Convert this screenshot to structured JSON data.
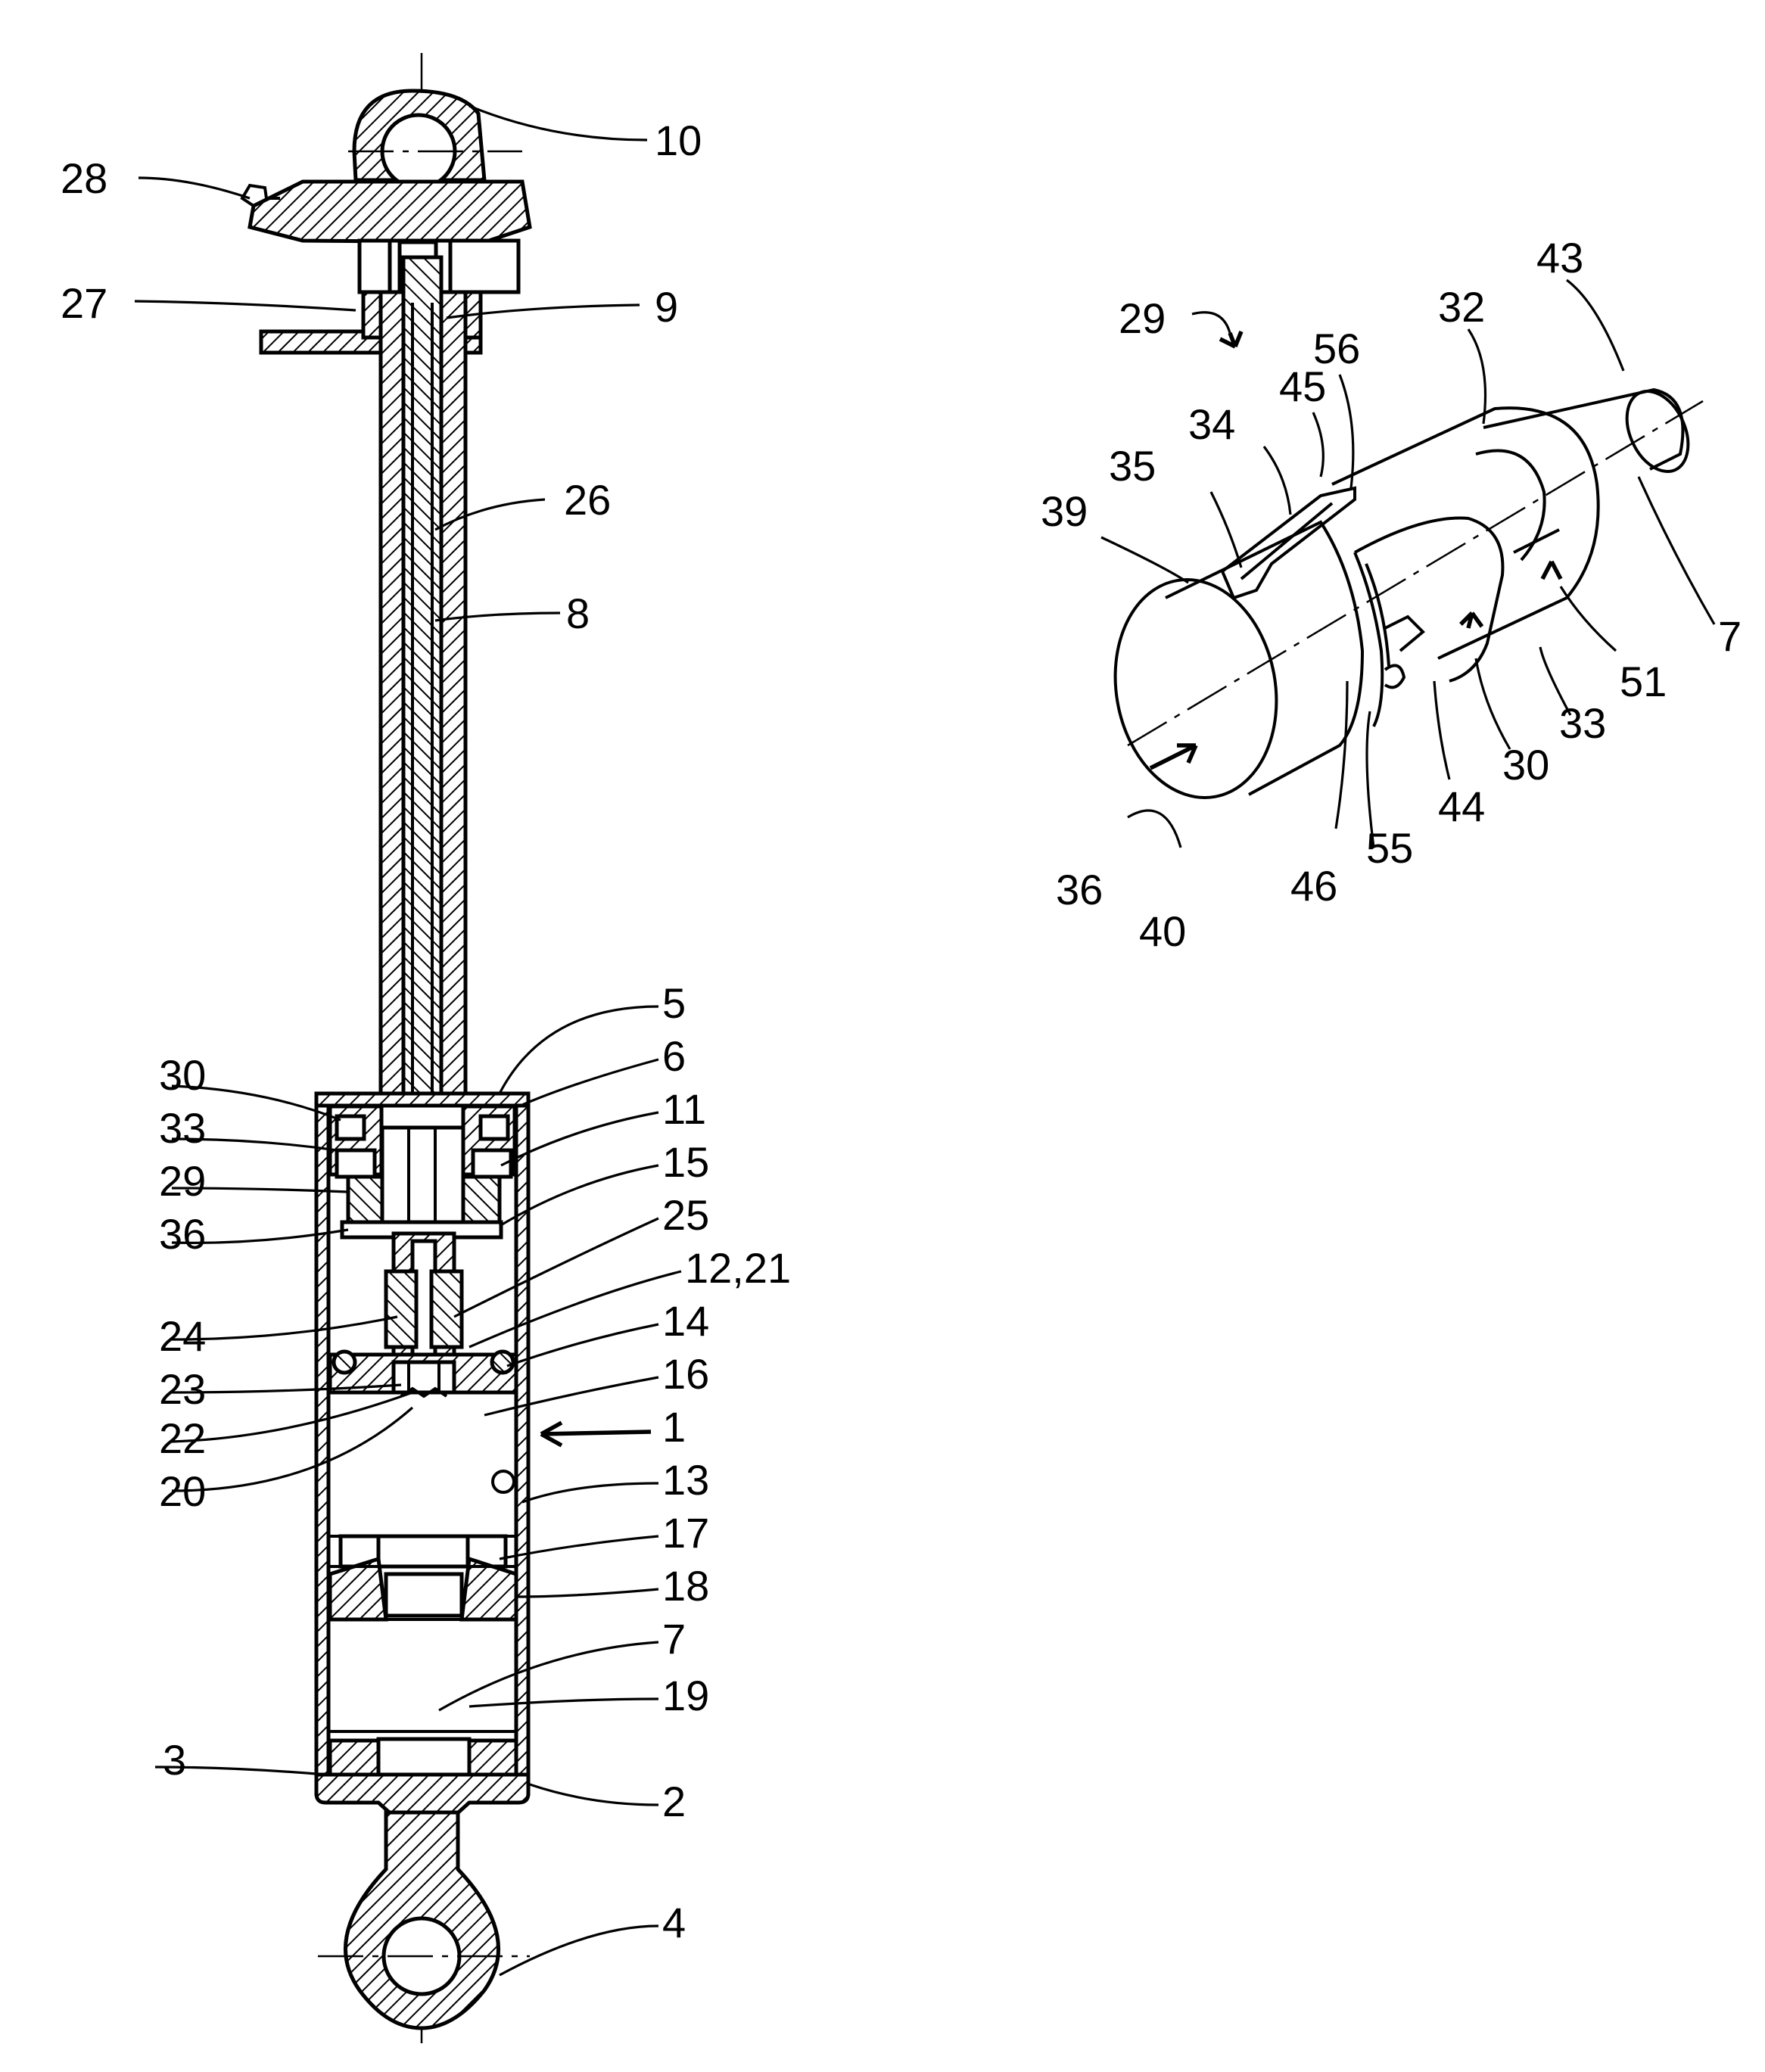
{
  "figure": {
    "left_labels": [
      {
        "id": "28",
        "text": "28"
      },
      {
        "id": "27",
        "text": "27"
      },
      {
        "id": "30",
        "text": "30"
      },
      {
        "id": "33",
        "text": "33"
      },
      {
        "id": "29",
        "text": "29"
      },
      {
        "id": "36",
        "text": "36"
      },
      {
        "id": "24",
        "text": "24"
      },
      {
        "id": "23",
        "text": "23"
      },
      {
        "id": "22",
        "text": "22"
      },
      {
        "id": "20",
        "text": "20"
      },
      {
        "id": "3",
        "text": "3"
      }
    ],
    "right_labels": [
      {
        "id": "10",
        "text": "10"
      },
      {
        "id": "9",
        "text": "9"
      },
      {
        "id": "26",
        "text": "26"
      },
      {
        "id": "8",
        "text": "8"
      },
      {
        "id": "5",
        "text": "5"
      },
      {
        "id": "6",
        "text": "6"
      },
      {
        "id": "11",
        "text": "11"
      },
      {
        "id": "15",
        "text": "15"
      },
      {
        "id": "25",
        "text": "25"
      },
      {
        "id": "12_21",
        "text": "12,21"
      },
      {
        "id": "14",
        "text": "14"
      },
      {
        "id": "16",
        "text": "16"
      },
      {
        "id": "1",
        "text": "1"
      },
      {
        "id": "13",
        "text": "13"
      },
      {
        "id": "17",
        "text": "17"
      },
      {
        "id": "18",
        "text": "18"
      },
      {
        "id": "7",
        "text": "7"
      },
      {
        "id": "19",
        "text": "19"
      },
      {
        "id": "2",
        "text": "2"
      },
      {
        "id": "4",
        "text": "4"
      }
    ],
    "detail_labels": [
      {
        "id": "29",
        "text": "29"
      },
      {
        "id": "43",
        "text": "43"
      },
      {
        "id": "32",
        "text": "32"
      },
      {
        "id": "56",
        "text": "56"
      },
      {
        "id": "45",
        "text": "45"
      },
      {
        "id": "34",
        "text": "34"
      },
      {
        "id": "35",
        "text": "35"
      },
      {
        "id": "39",
        "text": "39"
      },
      {
        "id": "7",
        "text": "7"
      },
      {
        "id": "51",
        "text": "51"
      },
      {
        "id": "33",
        "text": "33"
      },
      {
        "id": "30",
        "text": "30"
      },
      {
        "id": "44",
        "text": "44"
      },
      {
        "id": "55",
        "text": "55"
      },
      {
        "id": "46",
        "text": "46"
      },
      {
        "id": "40",
        "text": "40"
      },
      {
        "id": "36",
        "text": "36"
      }
    ]
  }
}
